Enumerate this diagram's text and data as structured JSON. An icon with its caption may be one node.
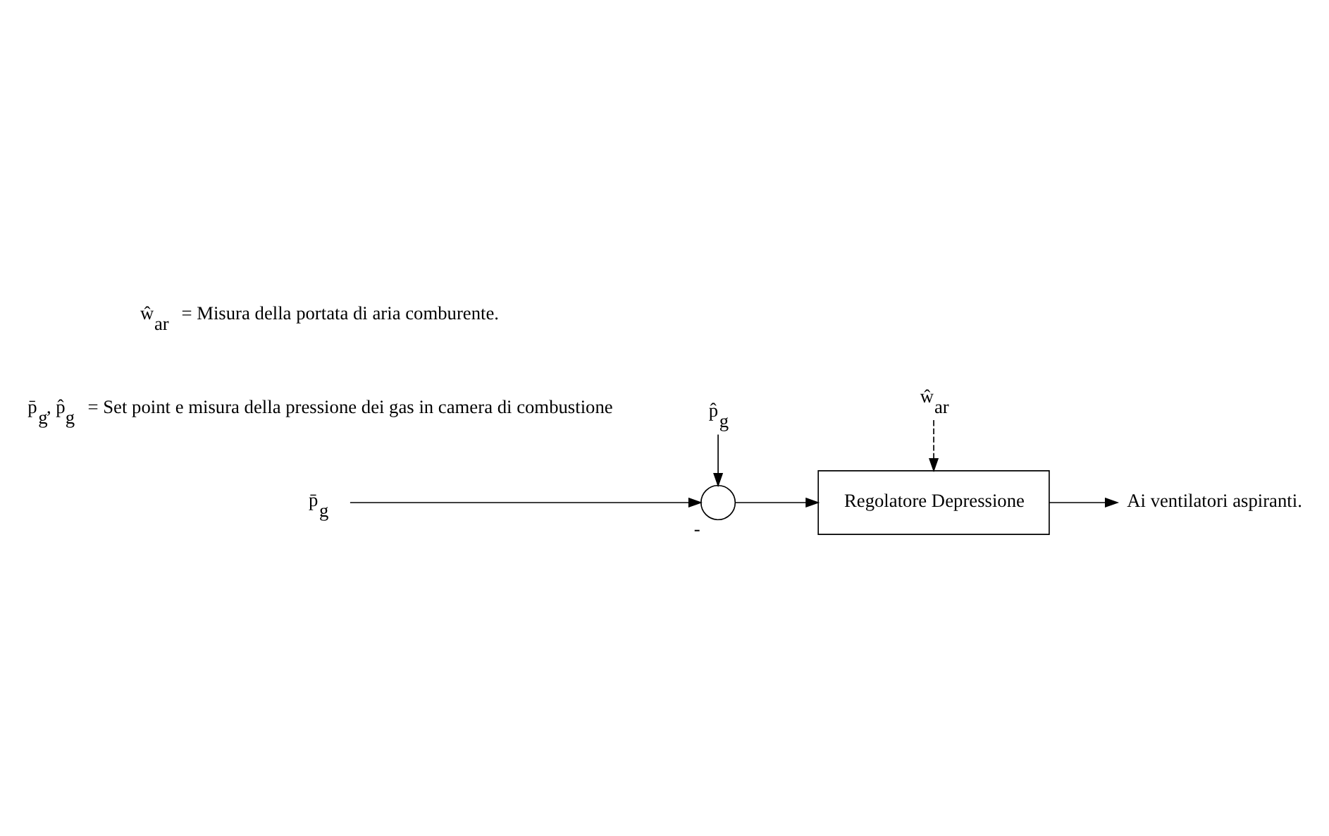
{
  "diagram": {
    "nodes": [
      {
        "text": [
          "p̄$_{g}$"
        ]
      },
      {
        "text": [],
        "shape": "circle",
        "beside": [
          "-"
        ]
      },
      {
        "text": [
          "Regolatore Depressione"
        ]
      },
      {
        "text": [
          "p̂$_{g}$"
        ]
      },
      {
        "text": [
          "ŵ$_{ar}$"
        ]
      },
      {
        "text": [
          "Ai ventilatori aspiranti."
        ]
      }
    ],
    "edges": [
      {
        "from": 0,
        "to": 1,
        "arrow": "to"
      },
      {
        "from": 3,
        "to": 1,
        "arrow": "to"
      },
      {
        "from": 1,
        "to": 2,
        "arrow": "to"
      },
      {
        "from": 4,
        "to": 2,
        "arrow": "to",
        "style": "dashed"
      },
      {
        "from": 2,
        "to": 5,
        "arrow": "to"
      }
    ],
    "labels": [
      "p̄$_{g}$, p̂$_{g}$ = Set point e misura della pressione dei gas in camera di combustione",
      "ŵ$_{ar}$ = Misura della portata di aria comburente."
    ]
  }
}
